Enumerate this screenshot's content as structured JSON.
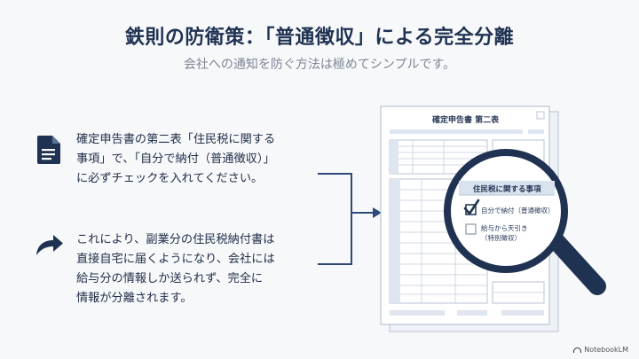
{
  "title": "鉄則の防衛策：「普通徴収」による完全分離",
  "subtitle": "会社への通知を防ぐ方法は極めてシンプルです。",
  "points": [
    {
      "icon": "document-icon",
      "lines": [
        "確定申告書の第二表「住民税に関する",
        "事項」で、「自分で納付（普通徴収）」",
        "に必ずチェックを入れてください。"
      ]
    },
    {
      "icon": "curved-arrow-icon",
      "lines": [
        "これにより、副業分の住民税納付書は",
        "直接自宅に届くようになり、会社には",
        "給与分の情報しか送られず、完全に",
        "情報が分離されます。"
      ]
    }
  ],
  "form": {
    "title": "確定申告書 第二表",
    "section_title": "住民税に関する事項",
    "options": [
      {
        "label": "自分で納付（普通徴収）",
        "checked": true
      },
      {
        "label": "給与から天引き\n（特別徴収）",
        "checked": false
      }
    ]
  },
  "branding": "NotebookLM",
  "colors": {
    "navy": "#1f3252",
    "accent": "#2e4a7a",
    "gray": "#7d8694"
  }
}
